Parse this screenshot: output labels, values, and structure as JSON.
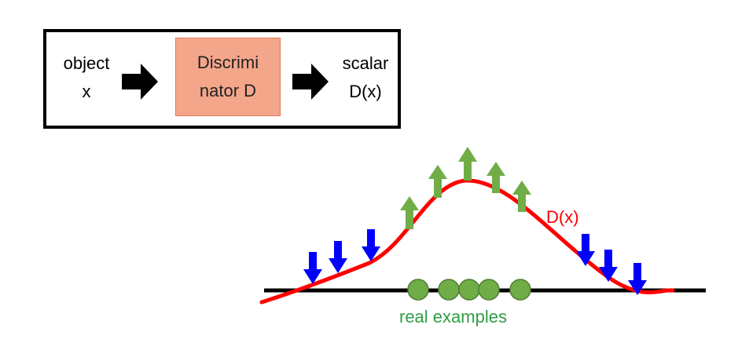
{
  "flow": {
    "input_line1": "object",
    "input_line2": "x",
    "block_line1": "Discrimi",
    "block_line2": "nator D",
    "output_line1": "scalar",
    "output_line2": "D(x)"
  },
  "plot": {
    "curve_label": "D(x)",
    "examples_label": "real examples"
  },
  "colors": {
    "curve": "#ff0000",
    "up_arrow": "#70ad47",
    "down_arrow": "#0000ff",
    "examples": "#70ad47",
    "examples_label": "#2e9e44",
    "block_fill": "#f4a68a"
  }
}
